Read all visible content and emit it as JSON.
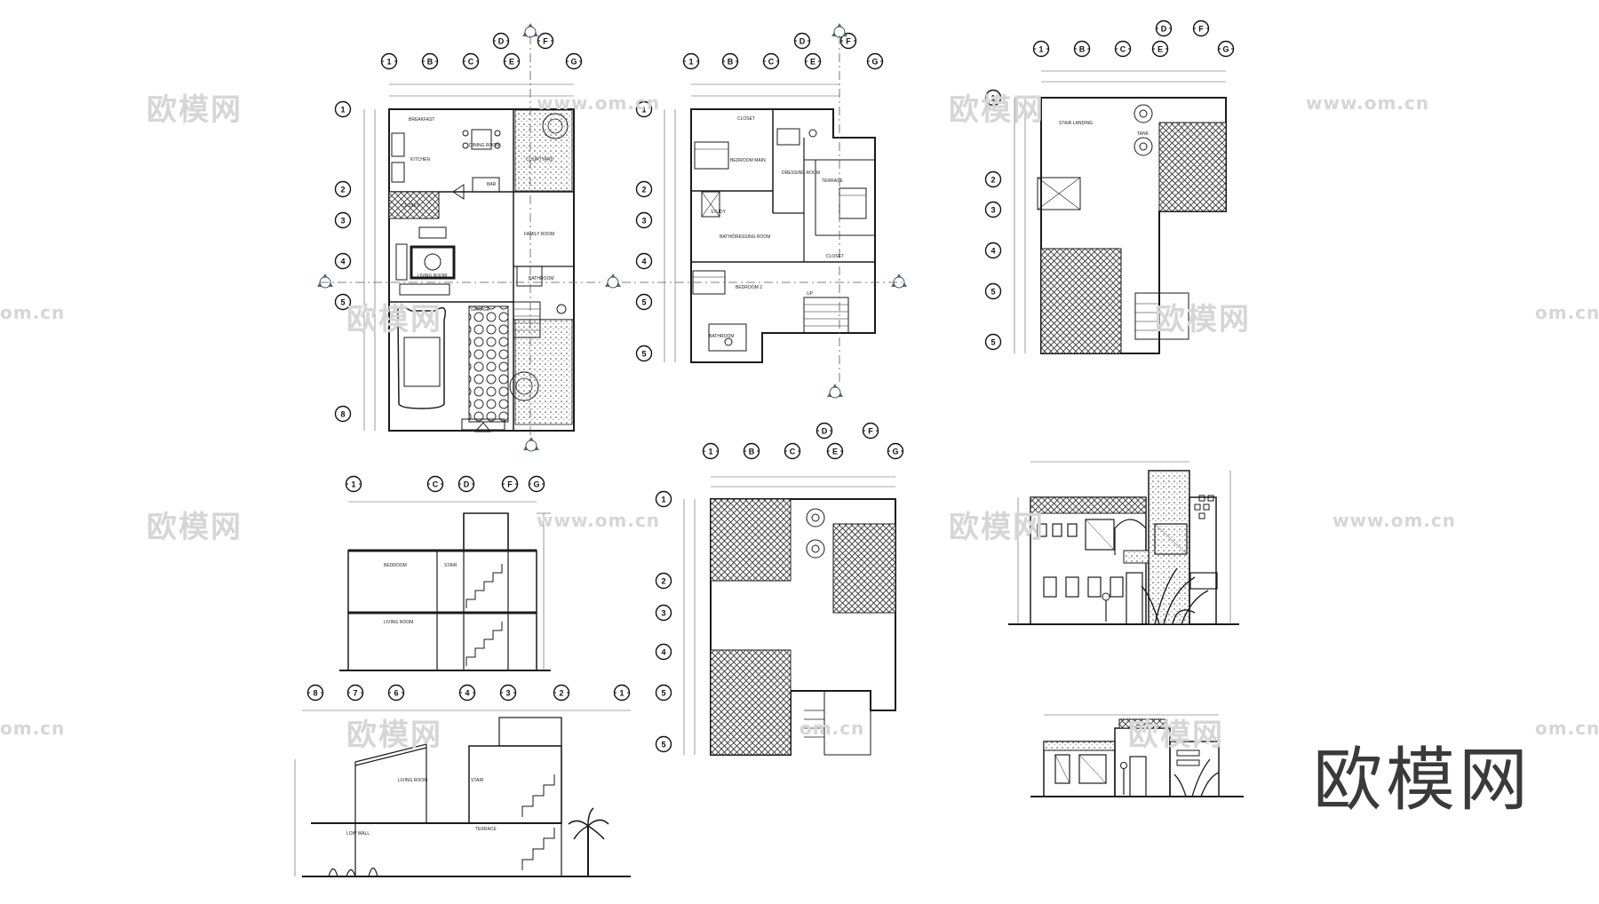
{
  "watermark": {
    "cn": "欧模网",
    "url": "www.om.cn",
    "url_short": "om.cn",
    "brand": "欧模网"
  },
  "grid_labels": {
    "plan1_top": [
      "1",
      "B",
      "C",
      "D",
      "E",
      "F",
      "G"
    ],
    "plan1_left": [
      "1",
      "2",
      "3",
      "4",
      "5",
      "8"
    ],
    "plan2_top": [
      "1",
      "B",
      "C",
      "D",
      "E",
      "F",
      "G"
    ],
    "plan2_left": [
      "1",
      "2",
      "3",
      "4",
      "5",
      "5"
    ],
    "plan3_top": [
      "1",
      "B",
      "C",
      "E",
      "D",
      "F",
      "G"
    ],
    "plan3_left": [
      "1",
      "2",
      "3",
      "4",
      "5",
      "5"
    ],
    "roof_top": [
      "1",
      "B",
      "C",
      "D",
      "E",
      "F",
      "G"
    ],
    "roof_left": [
      "1",
      "2",
      "3",
      "4",
      "5",
      "5"
    ],
    "section1_top": [
      "1",
      "C",
      "D",
      "F",
      "G"
    ],
    "section2_top": [
      "8",
      "7",
      "6",
      "4",
      "3",
      "2",
      "1"
    ]
  },
  "rooms": {
    "ground": [
      "BREAKFAST",
      "DINING ROOM",
      "KITCHEN",
      "COURTYARD",
      "CLOSET",
      "LIVING ROOM",
      "FAMILY ROOM",
      "GARAGE",
      "BATHROOM",
      "BAR"
    ],
    "upper": [
      "CLOSET",
      "BEDROOM MAIN",
      "DRESSING ROOM",
      "TERRACE",
      "STUDY",
      "BATH/DRESSING ROOM",
      "CLOSET",
      "BEDROOM 2",
      "BATHROOM",
      "UP"
    ],
    "top": [
      "STAIR LANDING",
      "TANK"
    ],
    "section": [
      "BEDROOM",
      "STAIR",
      "LIVING ROOM",
      "LOW WALL",
      "TERRACE"
    ]
  },
  "colors": {
    "line": "#1a1a1a",
    "thin": "#555555",
    "marker": "#3c7a8a",
    "watermark": "#d6d6d6",
    "brand": "#3a3a3a"
  }
}
